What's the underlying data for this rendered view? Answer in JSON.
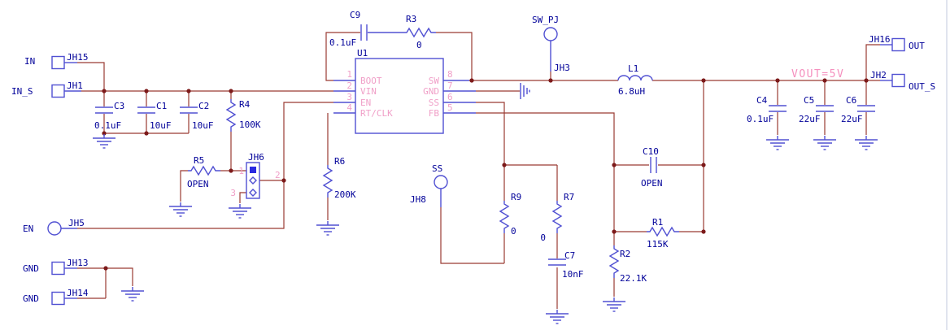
{
  "colors": {
    "wire": "#9a3b33",
    "component": "#5050d2",
    "text": "#000099",
    "pin_text": "#f0a0c8",
    "vout_text": "#f590be"
  },
  "net_labels": {
    "vout": "VOUT=5V"
  },
  "connectors": {
    "JH15": {
      "net": "IN",
      "name": "JH15"
    },
    "JH1": {
      "net": "IN_S",
      "name": "JH1"
    },
    "JH5": {
      "net": "EN",
      "name": "JH5"
    },
    "JH13": {
      "net": "GND",
      "name": "JH13"
    },
    "JH14": {
      "net": "GND",
      "name": "JH14"
    },
    "JH3": {
      "net": "SW_PJ",
      "name": "JH3"
    },
    "JH8": {
      "net": "SS",
      "name": "JH8"
    },
    "JH16": {
      "net": "OUT",
      "name": "JH16"
    },
    "JH2": {
      "net": "OUT_S",
      "name": "JH2"
    },
    "JH6": {
      "name": "JH6",
      "pin1": "1",
      "pin2": "2",
      "pin3": "3"
    }
  },
  "ic": {
    "ref": "U1",
    "left_pins": [
      {
        "n": "1",
        "label": "BOOT"
      },
      {
        "n": "2",
        "label": "VIN"
      },
      {
        "n": "3",
        "label": "EN"
      },
      {
        "n": "4",
        "label": "RT/CLK"
      }
    ],
    "right_pins": [
      {
        "n": "8",
        "label": "SW"
      },
      {
        "n": "7",
        "label": "GND"
      },
      {
        "n": "6",
        "label": "SS"
      },
      {
        "n": "5",
        "label": "FB"
      }
    ]
  },
  "components": {
    "C3": {
      "ref": "C3",
      "value": "0.1uF"
    },
    "C1": {
      "ref": "C1",
      "value": "10uF"
    },
    "C2": {
      "ref": "C2",
      "value": "10uF"
    },
    "R4": {
      "ref": "R4",
      "value": "100K"
    },
    "R5": {
      "ref": "R5",
      "value": "OPEN"
    },
    "R6": {
      "ref": "R6",
      "value": "200K"
    },
    "C9": {
      "ref": "C9",
      "value": "0.1uF"
    },
    "R3": {
      "ref": "R3",
      "value": "0"
    },
    "L1": {
      "ref": "L1",
      "value": "6.8uH"
    },
    "C4": {
      "ref": "C4",
      "value": "0.1uF"
    },
    "C5": {
      "ref": "C5",
      "value": "22uF"
    },
    "C6": {
      "ref": "C6",
      "value": "22uF"
    },
    "C10": {
      "ref": "C10",
      "value": "OPEN"
    },
    "R1": {
      "ref": "R1",
      "value": "115K"
    },
    "R2": {
      "ref": "R2",
      "value": "22.1K"
    },
    "R9": {
      "ref": "R9",
      "value": "0"
    },
    "R7": {
      "ref": "R7",
      "value": "0"
    },
    "C7": {
      "ref": "C7",
      "value": "10nF"
    }
  }
}
